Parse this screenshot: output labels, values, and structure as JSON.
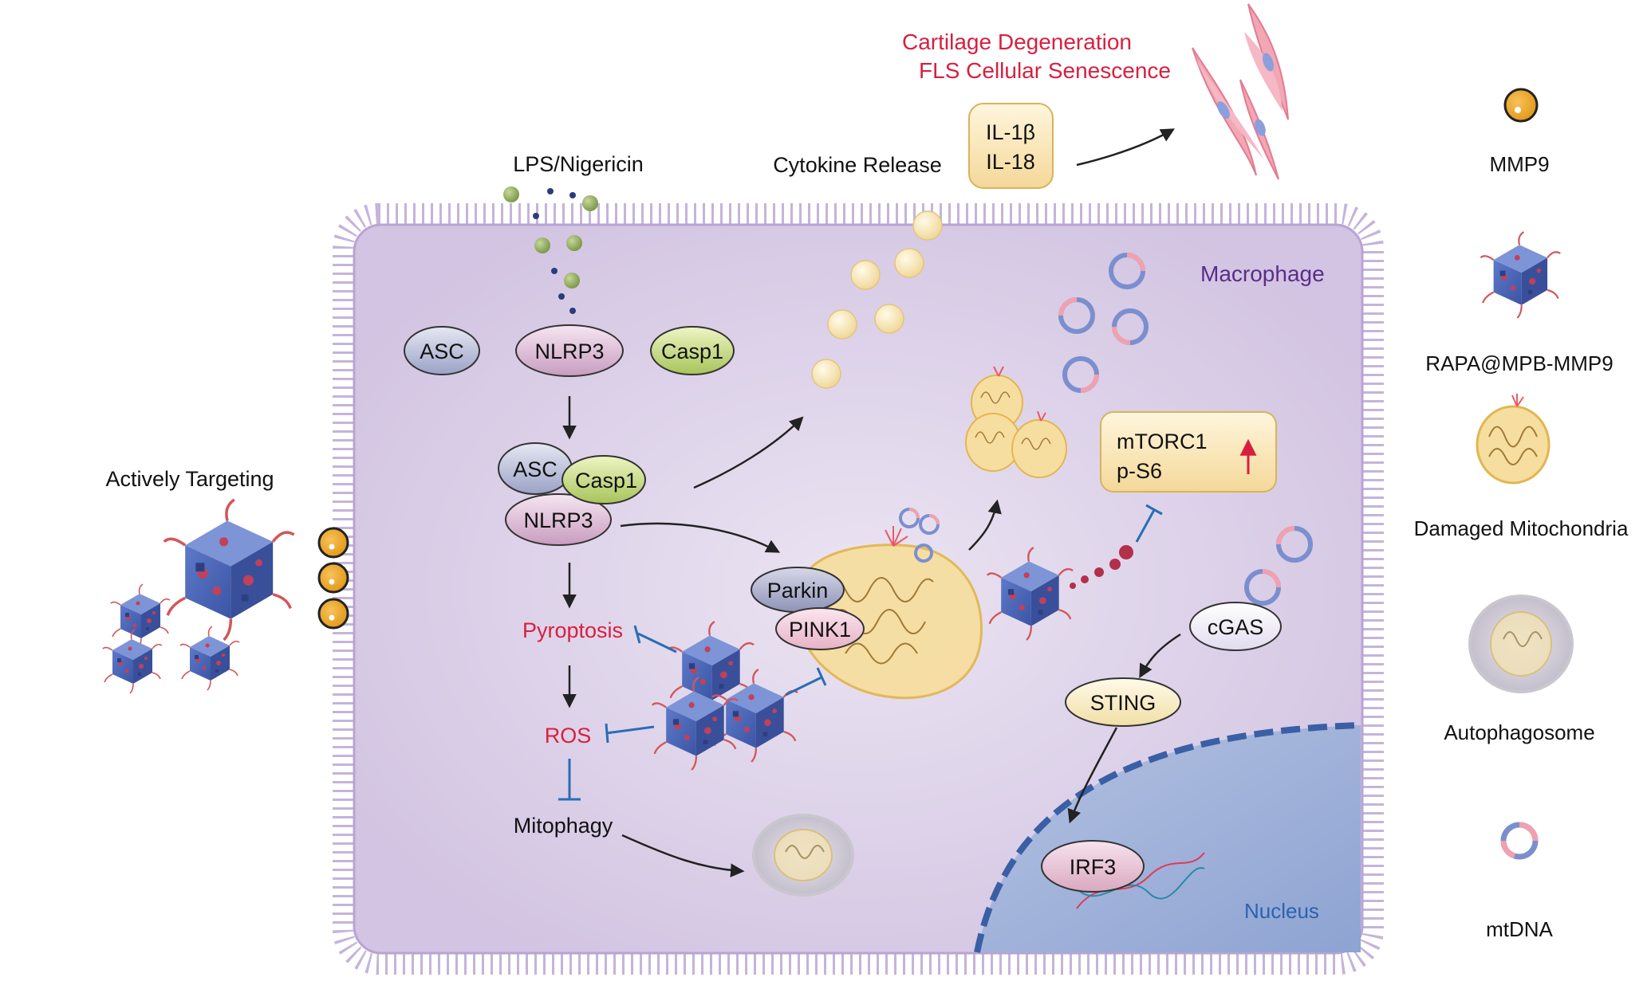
{
  "header": {
    "outcome_line1": "Cartilage Degeneration",
    "outcome_line2": "FLS Cellular Senescence",
    "stimulus": "LPS/Nigericin",
    "cytokine_release": "Cytokine Release",
    "il1b": "IL-1β",
    "il18": "IL-18"
  },
  "cell": {
    "macrophage": "Macrophage",
    "nucleus": "Nucleus"
  },
  "left": {
    "targeting": "Actively Targeting"
  },
  "pathway": {
    "asc": "ASC",
    "nlrp3": "NLRP3",
    "casp1": "Casp1",
    "complex_asc": "ASC",
    "complex_casp1": "Casp1",
    "complex_nlrp3": "NLRP3",
    "pyroptosis": "Pyroptosis",
    "ros": "ROS",
    "mitophagy": "Mitophagy",
    "parkin": "Parkin",
    "pink1": "PINK1",
    "mtorc1": "mTORC1",
    "ps6": "p-S6",
    "cgas": "cGAS",
    "sting": "STING",
    "irf3": "IRF3"
  },
  "legend": [
    {
      "id": "mmp9",
      "label": "MMP9"
    },
    {
      "id": "rapa",
      "label": "RAPA@MPB-MMP9"
    },
    {
      "id": "damaged",
      "label": "Damaged Mitochondria"
    },
    {
      "id": "autophagosome",
      "label": "Autophagosome"
    },
    {
      "id": "mtdna",
      "label": "mtDNA"
    }
  ],
  "colors": {
    "cell_fill": "#d9cfe6",
    "membrane": "#b9a3d4",
    "nucleus": "#9fb1d8",
    "red_text": "#d81f3f",
    "macrophage_text": "#5a2d8a",
    "nucleus_text": "#2a63b0",
    "inhibit_line": "#2a6db5",
    "nanoparticle": "#4a66b8"
  }
}
